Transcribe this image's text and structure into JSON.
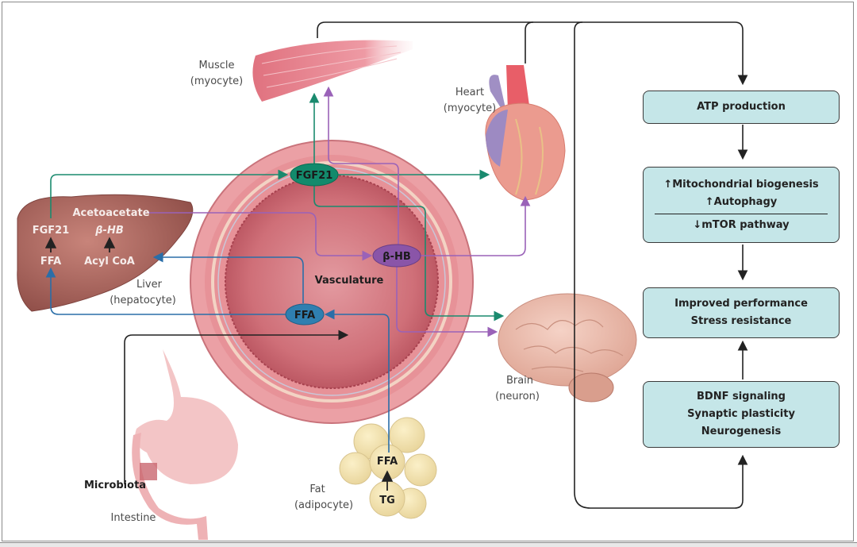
{
  "organs": {
    "muscle": {
      "name": "Muscle",
      "cell": "(myocyte)"
    },
    "heart": {
      "name": "Heart",
      "cell": "(myocyte)"
    },
    "liver": {
      "name": "Liver",
      "cell": "(hepatocyte)"
    },
    "brain": {
      "name": "Brain",
      "cell": "(neuron)"
    },
    "fat": {
      "name": "Fat",
      "cell": "(adipocyte)"
    },
    "intestine": {
      "name": "Intestine",
      "microbiota": "Microbiota"
    },
    "vasculature": {
      "name": "Vasculature"
    }
  },
  "liver_labels": {
    "acetoacetate": "Acetoacetate",
    "fgf21": "FGF21",
    "bhb": "β-HB",
    "ffa": "FFA",
    "acyl_coa": "Acyl CoA"
  },
  "fat_labels": {
    "ffa": "FFA",
    "tg": "TG"
  },
  "nodes": {
    "fgf21": {
      "label": "FGF21",
      "color": "#138a6c"
    },
    "bhb": {
      "label": "β-HB",
      "color": "#8a55a8"
    },
    "ffa": {
      "label": "FFA",
      "color": "#2f7fb0"
    }
  },
  "colors": {
    "fgf21_line": "#1a8a6e",
    "bhb_line": "#9a62b8",
    "ffa_line": "#2a6ea8",
    "black_line": "#222222",
    "box_fill": "#c5e6e8"
  },
  "outcome_boxes": [
    {
      "lines": [
        "ATP production"
      ]
    },
    {
      "lines": [
        "↑Mitochondrial biogenesis",
        "↑Autophagy"
      ],
      "divider_line": "↓mTOR pathway"
    },
    {
      "lines": [
        "Improved performance",
        "Stress resistance"
      ]
    },
    {
      "lines": [
        "BDNF signaling",
        "Synaptic plasticity",
        "Neurogenesis"
      ]
    }
  ]
}
